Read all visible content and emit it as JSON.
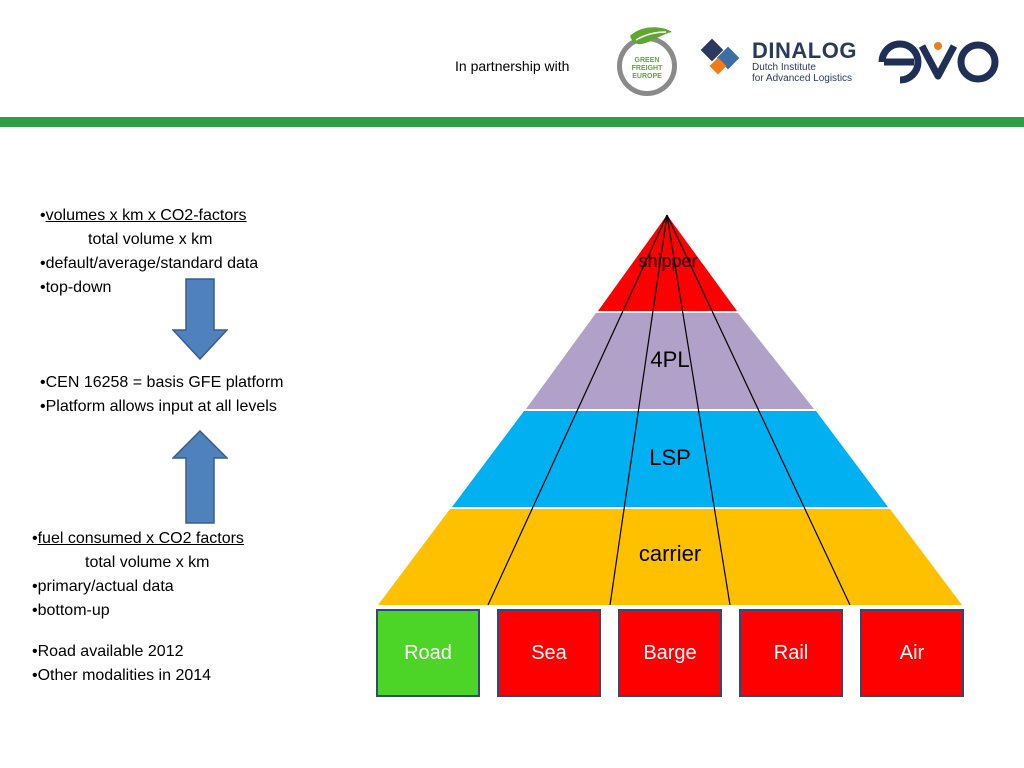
{
  "header": {
    "partnership_text": "In partnership with",
    "logos": {
      "gfe": {
        "lines": [
          "GREEN",
          "FREIGHT",
          "EUROPE"
        ]
      },
      "dinalog": {
        "title": "DINALOG",
        "subtitle_1": "Dutch Institute",
        "subtitle_2": "for Advanced Logistics"
      },
      "evo": {
        "name": "evo"
      }
    },
    "accent_color": "#2e9e44"
  },
  "top_block": {
    "line1_bullet": "•",
    "line1": "volumes x km x CO2-factors ",
    "line2": "total volume x km",
    "line3": "•default/average/standard data",
    "line4": "•top-down"
  },
  "middle_block": {
    "line1": "•CEN 16258 = basis GFE platform",
    "line2": "•Platform allows input at all levels"
  },
  "bottom_block": {
    "line1_bullet": "•",
    "line1": "fuel consumed x CO2 factors",
    "line2": "total volume x km",
    "line3": "•primary/actual data",
    "line4": "•bottom-up"
  },
  "footer_block": {
    "line1": "•Road available 2012",
    "line2": "•Other modalities in 2014"
  },
  "pyramid": {
    "levels": [
      {
        "label": "shipper",
        "color": "#ff0000"
      },
      {
        "label": "4PL",
        "color": "#b1a0c7"
      },
      {
        "label": "LSP",
        "color": "#00b0f0"
      },
      {
        "label": "carrier",
        "color": "#ffc000"
      }
    ],
    "modes": [
      {
        "label": "Road",
        "color": "#4cd426"
      },
      {
        "label": "Sea",
        "color": "#ff0000"
      },
      {
        "label": "Barge",
        "color": "#ff0000"
      },
      {
        "label": "Rail",
        "color": "#ff0000"
      },
      {
        "label": "Air",
        "color": "#ff0000"
      }
    ]
  },
  "arrow_color": "#4f81bd"
}
